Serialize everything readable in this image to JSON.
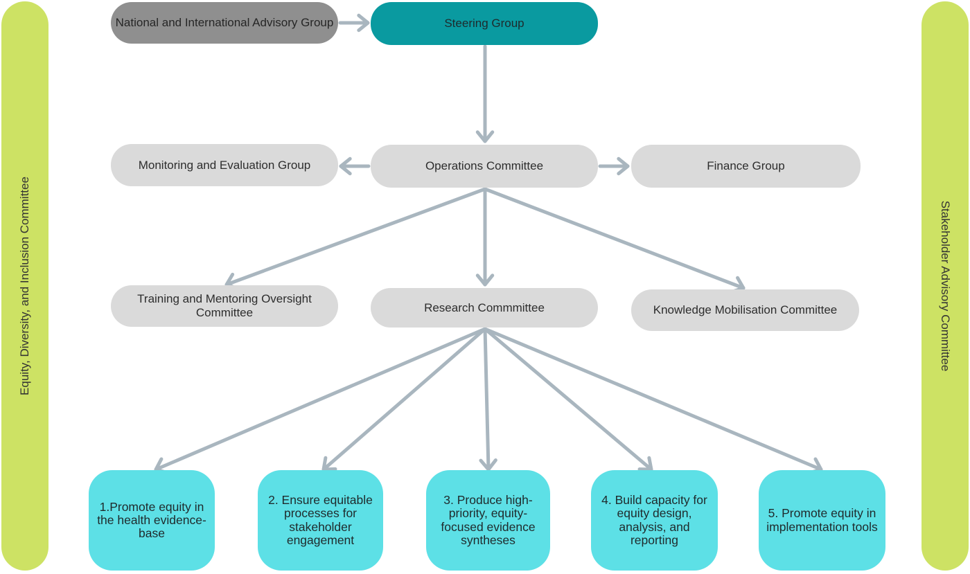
{
  "colors": {
    "sidebar": "#cde264",
    "grey_box": "#dadada",
    "dark_box": "#8f8f8f",
    "teal_box": "#0a9aa0",
    "cyan_box": "#5de0e6",
    "arrow": "#a9b6bf"
  },
  "sidebars": {
    "left": "Equity, Diversity, and Inclusion Committee",
    "right": "Stakeholder Advisory Committee"
  },
  "nodes": {
    "advisory": "National and International Advisory Group",
    "steering": "Steering Group",
    "monitoring": "Monitoring and Evaluation Group",
    "operations": "Operations Committee",
    "finance": "Finance Group",
    "training": "Training and Mentoring Oversight Committee",
    "research": "Research Commmittee",
    "knowledge": "Knowledge Mobilisation Committee"
  },
  "objectives": [
    "1.Promote equity in the health evidence-base",
    "2. Ensure equitable processes for stakeholder engagement",
    "3. Produce high-priority, equity-focused evidence syntheses",
    "4. Build capacity for equity design, analysis, and reporting",
    "5. Promote equity in implementation tools"
  ]
}
